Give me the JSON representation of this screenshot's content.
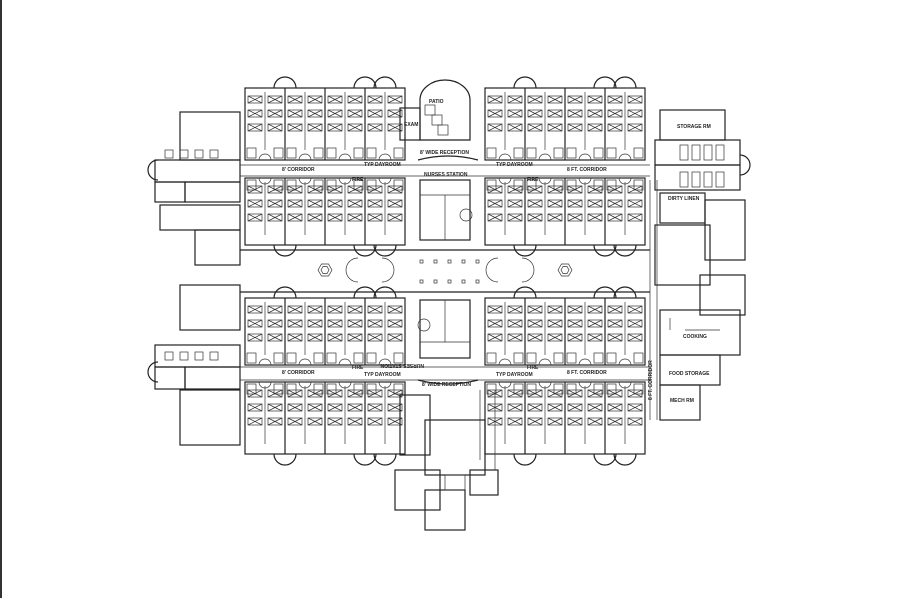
{
  "plan": {
    "patio": "PATIO",
    "exam": "EXAM",
    "reception_top": "8' WIDE RECEPTION",
    "reception_bottom": "8' WIDE RECEPTION",
    "nurses_station_top": "NURSES STATION",
    "nurses_station_bottom": "NURSES STATION",
    "corridor_left_top": "8' CORRIDOR",
    "corridor_left_bottom": "8' CORRIDOR",
    "corridor_right_top": "8 FT. CORRIDOR",
    "corridor_right_bottom": "8 FT. CORRIDOR",
    "corridor_east": "8 FT. CORRIDOR",
    "typ_dayroom_1": "TYP DAYROOM",
    "typ_dayroom_2": "TYP DAYROOM",
    "typ_dayroom_3": "TYP DAYROOM",
    "typ_dayroom_4": "TYP DAYROOM",
    "fire_1": "FIRE",
    "fire_2": "FIRE",
    "fire_3": "FIRE",
    "fire_4": "FIRE",
    "storage_rm": "STORAGE RM",
    "dirty_linen": "DIRTY LINEN",
    "cooking": "COOKING",
    "food_storage": "FOOD STORAGE",
    "mech_rm": "MECH RM"
  }
}
